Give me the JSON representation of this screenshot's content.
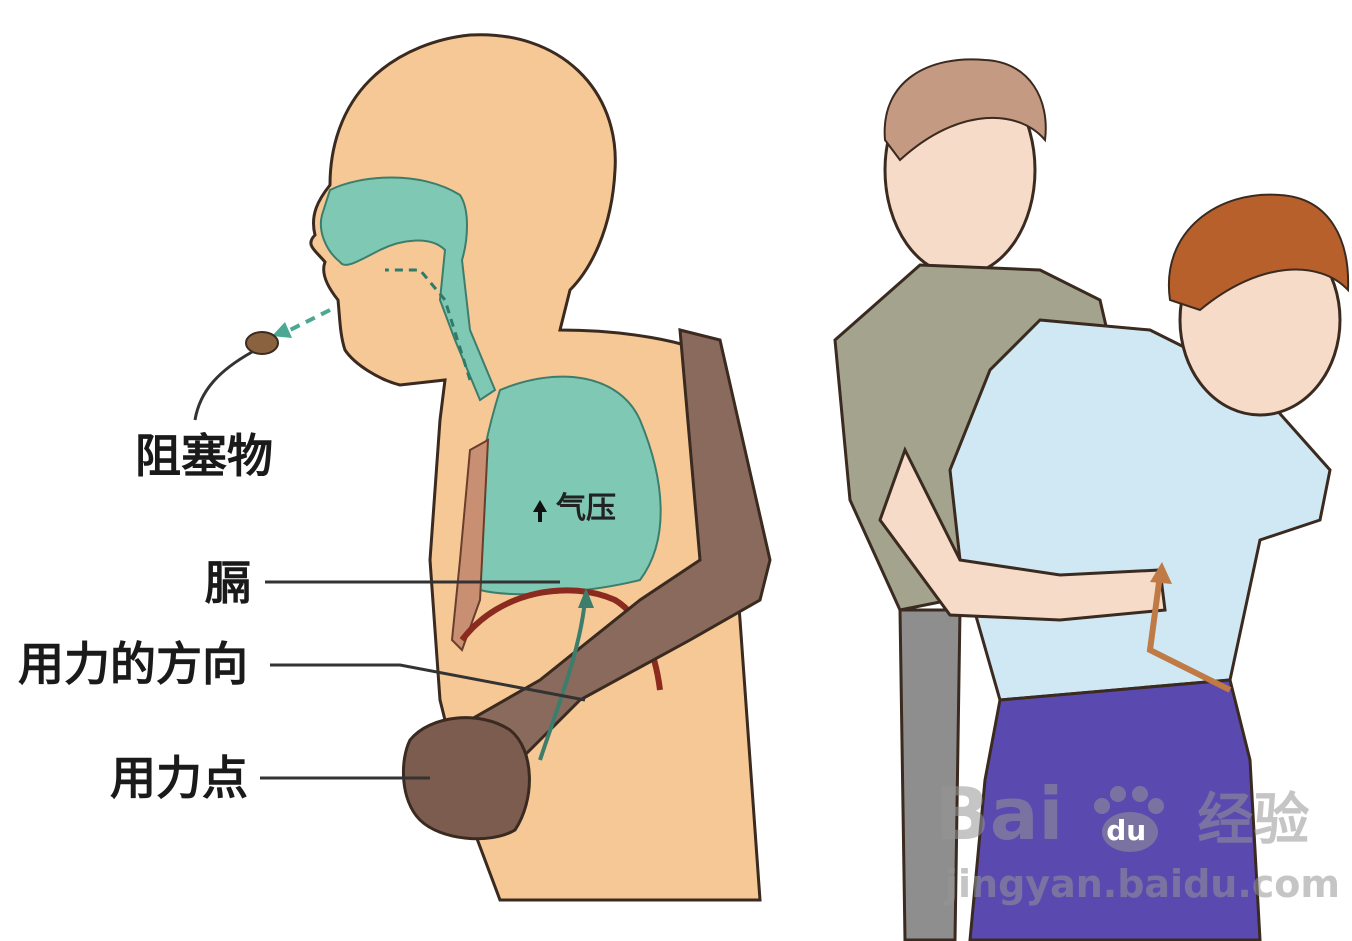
{
  "labels": {
    "obstruction": "阻塞物",
    "air_pressure": "气压",
    "diaphragm": "膈",
    "force_direction": "用力的方向",
    "force_point": "用力点"
  },
  "watermark": {
    "brand": "Bai",
    "paw_text": "du",
    "experience": "经验",
    "url": "jingyan.baidu.com"
  },
  "colors": {
    "skin": "#f6c896",
    "airway": "#7fc8b4",
    "arm": "#8a6a5c",
    "diaphragm": "#8b2a1e",
    "arrow": "#c07a45"
  }
}
